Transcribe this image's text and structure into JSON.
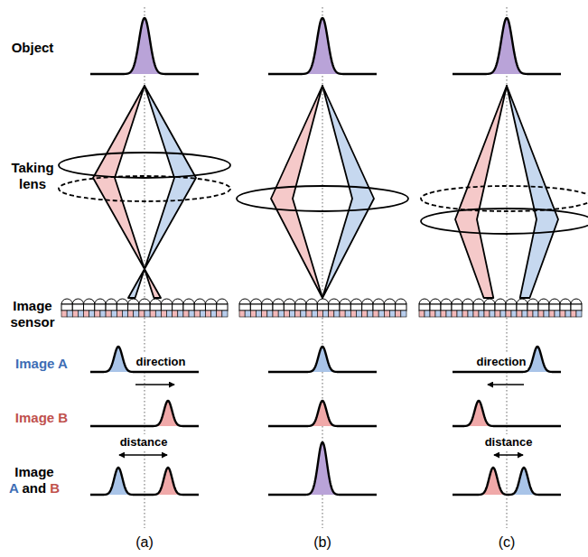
{
  "diagram": {
    "labels": [
      "Object",
      "Taking lens",
      "Image sensor",
      "Image A",
      "direction",
      "direction",
      "Image B",
      "Image A and B",
      "distance",
      "distance",
      "(a)",
      "(b)",
      "(c)"
    ]
  }
}
